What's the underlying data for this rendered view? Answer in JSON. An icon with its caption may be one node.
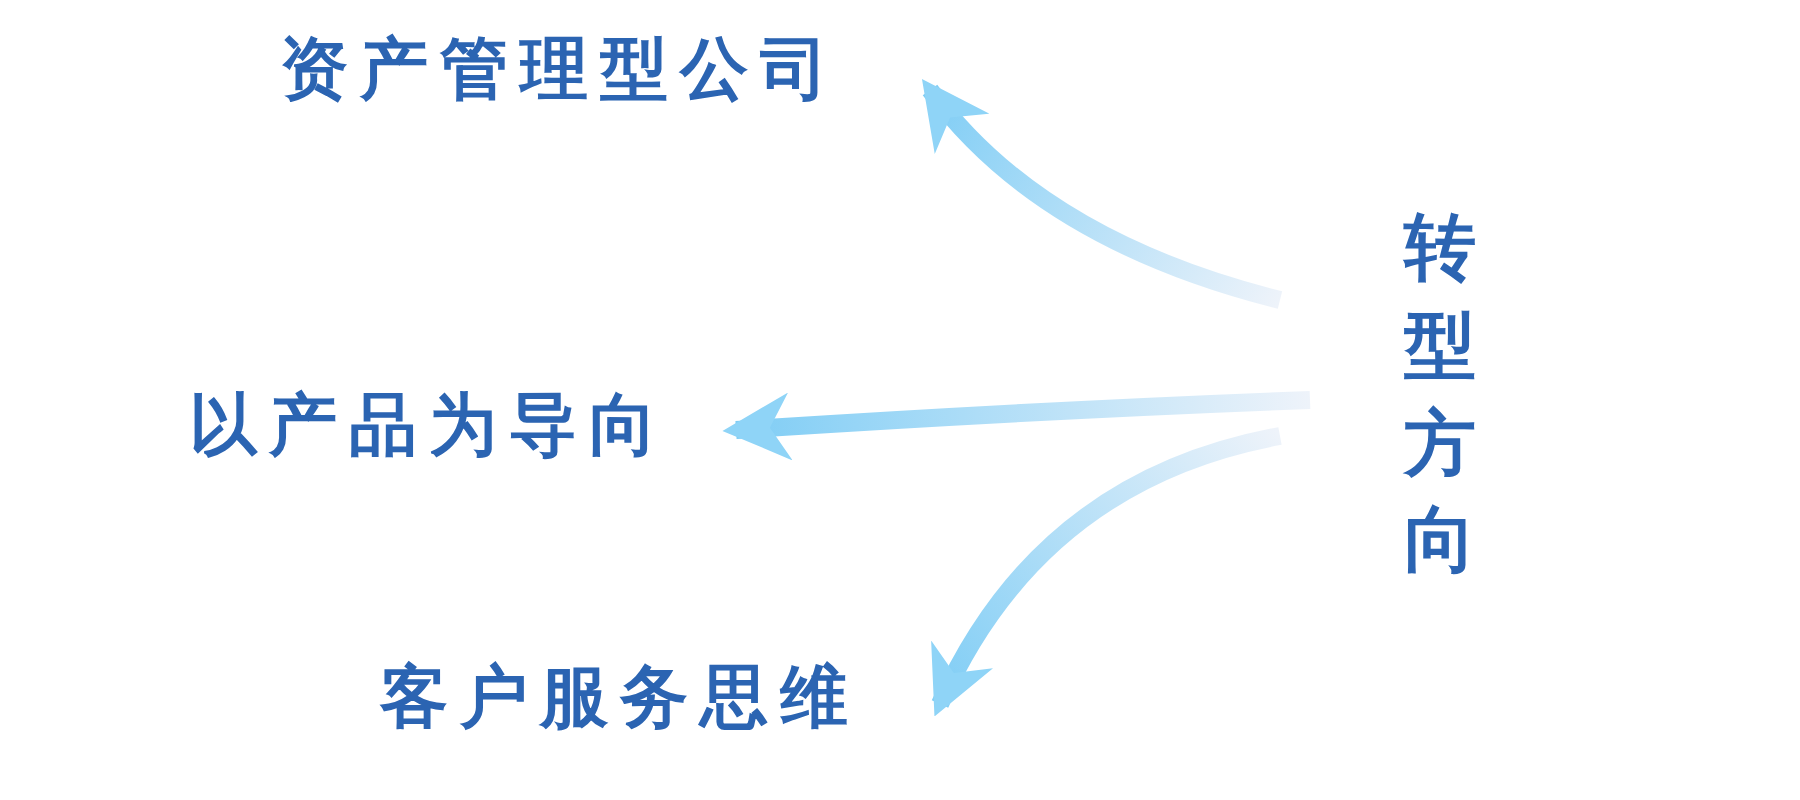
{
  "diagram": {
    "nodes": [
      {
        "text": [
          "转型方向"
        ]
      },
      {
        "text": [
          "资产管理型公司"
        ]
      },
      {
        "text": [
          "以产品为导向"
        ]
      },
      {
        "text": [
          "客户服务思维"
        ]
      }
    ],
    "edges": [
      {
        "from": 0,
        "to": 1,
        "arrow": "to"
      },
      {
        "from": 0,
        "to": 2,
        "arrow": "to"
      },
      {
        "from": 0,
        "to": 3,
        "arrow": "to"
      }
    ]
  }
}
